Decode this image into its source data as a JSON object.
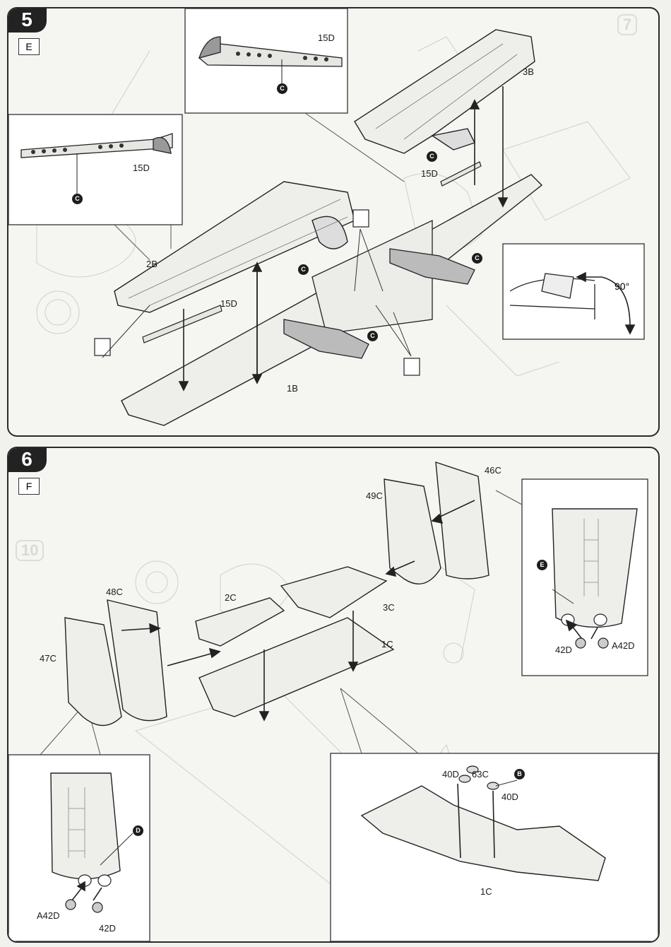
{
  "step5": {
    "number": "5",
    "sub": "E",
    "parts": {
      "p15d_top": "15D",
      "p3b": "3B",
      "p15d_right": "15D",
      "p15d_left": "15D",
      "p2b": "2B",
      "p15d_mid": "15D",
      "p1b": "1B"
    },
    "cement": "C",
    "angle": "90°"
  },
  "step6": {
    "number": "6",
    "sub": "F",
    "parts": {
      "p46c": "46C",
      "p49c": "49C",
      "p48c": "48C",
      "p2c": "2C",
      "p3c": "3C",
      "p1c": "1C",
      "p47c": "47C",
      "p42d_r1": "42D",
      "p42d_r2": "A42D",
      "p42d_l1": "A42D",
      "p42d_l2": "42D",
      "p40d_a": "40D",
      "p63c": "63C",
      "p40d_b": "40D",
      "p1c_detail": "1C"
    },
    "pins": {
      "e": "E",
      "d": "D",
      "b": "B"
    }
  },
  "ghost_steps": {
    "left": "10",
    "right": "7"
  }
}
